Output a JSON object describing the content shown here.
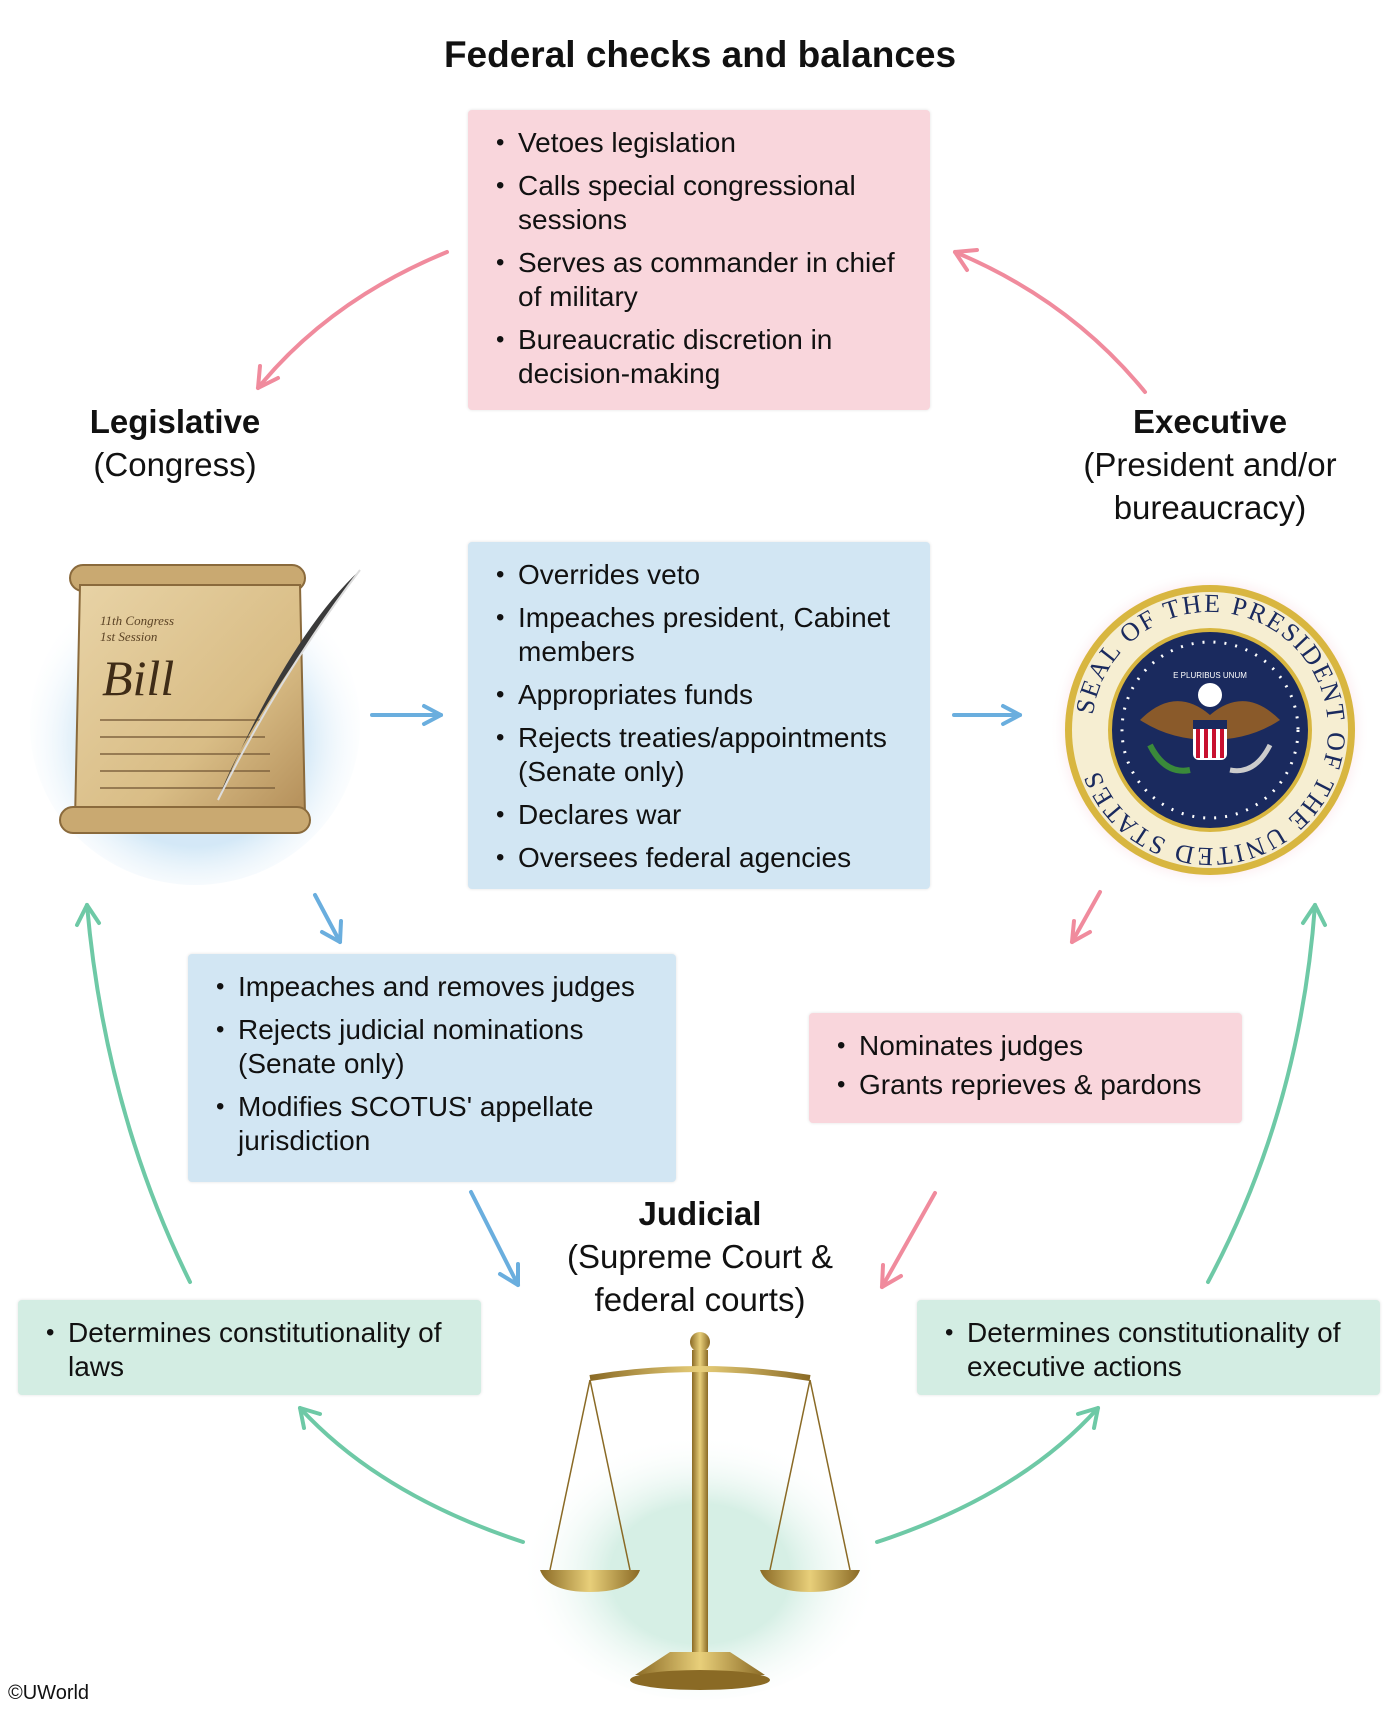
{
  "title": "Federal checks and balances",
  "branches": {
    "legislative": {
      "name": "Legislative",
      "sub1": "(Congress)"
    },
    "executive": {
      "name": "Executive",
      "sub1": "(President and/or",
      "sub2": "bureaucracy)"
    },
    "judicial": {
      "name": "Judicial",
      "sub1": "(Supreme Court &",
      "sub2": "federal courts)"
    }
  },
  "boxes": {
    "executive_on_legislative": {
      "items": [
        "Vetoes legislation",
        "Calls special congressional sessions",
        "Serves as commander in chief of military",
        "Bureaucratic discretion in decision-making"
      ]
    },
    "legislative_on_executive": {
      "items": [
        "Overrides veto",
        "Impeaches president, Cabinet members",
        "Appropriates funds",
        "Rejects treaties/appointments (Senate only)",
        "Declares war",
        "Oversees federal agencies"
      ]
    },
    "legislative_on_judicial": {
      "items": [
        "Impeaches and removes judges",
        "Rejects judicial nominations (Senate only)",
        "Modifies SCOTUS' appellate jurisdiction"
      ]
    },
    "executive_on_judicial": {
      "items": [
        "Nominates judges",
        "Grants reprieves & pardons"
      ]
    },
    "judicial_on_legislative": {
      "items": [
        "Determines constitutionality of laws"
      ]
    },
    "judicial_on_executive": {
      "items": [
        "Determines constitutionality of executive actions"
      ]
    }
  },
  "bill": {
    "line1": "11th Congress",
    "line2": "1st Session",
    "word": "Bill"
  },
  "seal": {
    "ring_text": "SEAL OF THE PRESIDENT OF THE UNITED STATES",
    "motto": "E PLURIBUS UNUM"
  },
  "colors": {
    "pink_box": "#f9d6dc",
    "blue_box": "#d2e6f3",
    "green_box": "#d3ede3",
    "pink_arrow": "#f08b9d",
    "blue_arrow": "#6aaede",
    "green_arrow": "#6ec9a6"
  },
  "copyright": "©UWorld"
}
